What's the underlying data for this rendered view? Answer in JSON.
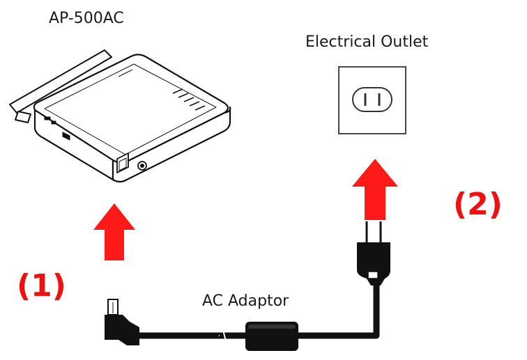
{
  "labels": {
    "device": "AP-500AC",
    "outlet": "Electrical Outlet",
    "adaptor": "AC Adaptor"
  },
  "steps": {
    "step1": "(1)",
    "step2": "(2)"
  },
  "colors": {
    "arrow": "#ff1a1a",
    "step_text": "#ee1111",
    "line": "#111111"
  },
  "icons": [
    "router-device",
    "electrical-outlet",
    "up-arrow",
    "ac-adaptor-plug",
    "power-brick",
    "dc-connector"
  ]
}
